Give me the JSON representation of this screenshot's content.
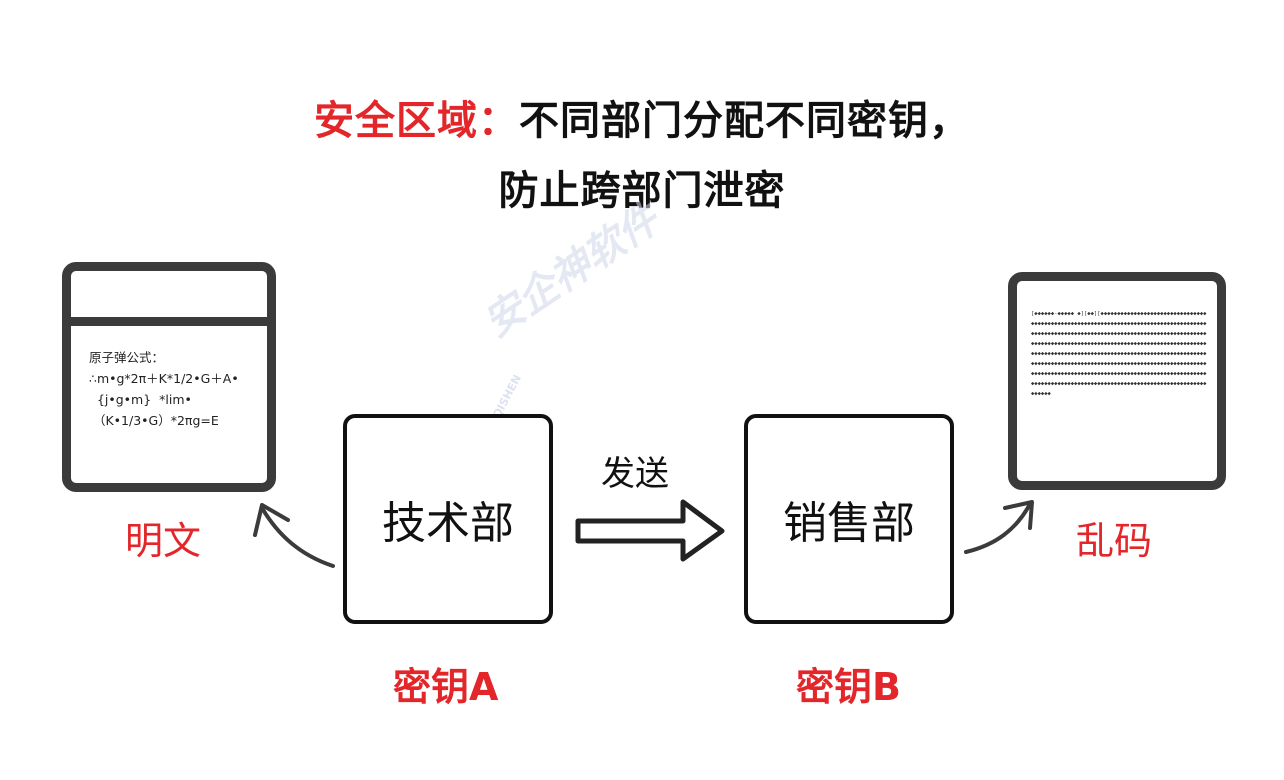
{
  "title": {
    "line1_red": "安全区域：",
    "line1_black": "不同部门分配不同密钥，",
    "line2": "防止跨部门泄密"
  },
  "plaintext_doc": {
    "label": "明文",
    "content": "原子弹公式：\n∴m•g*2π＋K*1/2•G＋A•\n  {j•g•m}  *lim•\n （K•1/3•G）*2πg=E"
  },
  "ciphertext_doc": {
    "label": "乱码",
    "garbled": "[◆◆◆◆◆◆-◆◆◆◆◆ ◆][◆◆][◆◆◆◆◆◆◆◆◆◆◆◆◆◆◆◆◆◆◆◆◆◆◆◆◆◆◆◆◆◆◆◆◆◆◆◆◆◆◆◆◆◆◆◆◆◆◆◆◆◆◆◆◆◆◆◆◆◆◆◆◆◆◆◆◆◆◆◆◆◆◆◆◆◆◆◆◆◆◆◆◆◆◆◆◆◆◆◆◆◆◆◆◆◆◆◆◆◆◆◆◆◆◆◆◆◆◆◆◆◆◆◆◆◆◆◆◆◆◆◆◆◆◆◆◆◆◆◆◆◆◆◆◆◆◆◆◆◆◆◆◆◆◆◆◆◆◆◆◆◆◆◆◆◆◆◆◆◆◆◆◆◆◆◆◆◆◆◆◆◆◆◆◆◆◆◆◆◆◆◆◆◆◆◆◆◆◆◆◆◆◆◆◆◆◆◆◆◆◆◆◆◆◆◆◆◆◆◆◆◆◆◆◆◆◆◆◆◆◆◆◆◆◆◆◆◆◆◆◆◆◆◆◆◆◆◆◆◆◆◆◆◆◆◆◆◆◆◆◆◆◆◆◆◆◆◆◆◆◆◆◆◆◆◆◆◆◆◆◆◆◆◆◆◆◆◆◆◆◆◆◆◆◆◆◆◆◆◆◆◆◆◆◆◆◆◆◆◆◆◆◆◆◆◆◆◆◆◆◆◆◆◆◆◆◆◆◆◆◆◆◆◆◆◆◆◆◆◆◆◆◆◆◆◆◆◆◆◆◆◆◆◆◆◆◆◆◆◆◆◆◆◆◆◆◆◆◆◆◆◆◆◆◆◆◆◆◆◆◆◆◆◆◆◆◆◆◆◆◆◆◆◆◆◆◆◆◆◆◆◆◆◆◆◆◆◆◆◆◆◆◆◆◆◆◆◆◆◆◆"
  },
  "departments": {
    "tech": {
      "name": "技术部",
      "key": "密钥A"
    },
    "sales": {
      "name": "销售部",
      "key": "密钥B"
    }
  },
  "arrow_label": "发送",
  "watermark": {
    "text": "安企神软件",
    "sub": "ANQISHEN"
  },
  "colors": {
    "accent": "#e3262a",
    "stroke": "#111111",
    "doc_border": "#3b3b3b"
  }
}
